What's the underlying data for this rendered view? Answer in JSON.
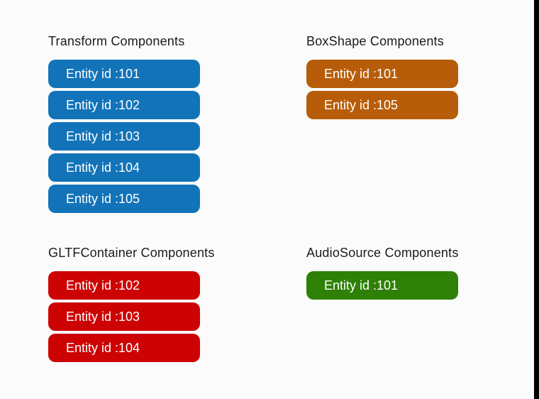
{
  "page": {
    "background": "#fbfbfb",
    "right_edge_bar_color": "#000000",
    "heading_color": "#1b1b1b",
    "pill_text_color": "#ffffff"
  },
  "sections": [
    {
      "title": "Transform Components",
      "color": "#1273b8",
      "items": [
        "Entity id :101",
        "Entity id :102",
        "Entity id :103",
        "Entity id :104",
        "Entity id :105"
      ]
    },
    {
      "title": "BoxShape Components",
      "color": "#b75d0a",
      "items": [
        "Entity id :101",
        "Entity id :105"
      ]
    },
    {
      "title": "GLTFContainer Components",
      "color": "#cd0303",
      "items": [
        "Entity id :102",
        "Entity id :103",
        "Entity id :104"
      ]
    },
    {
      "title": "AudioSource Components",
      "color": "#2e8106",
      "items": [
        "Entity id :101"
      ]
    }
  ]
}
